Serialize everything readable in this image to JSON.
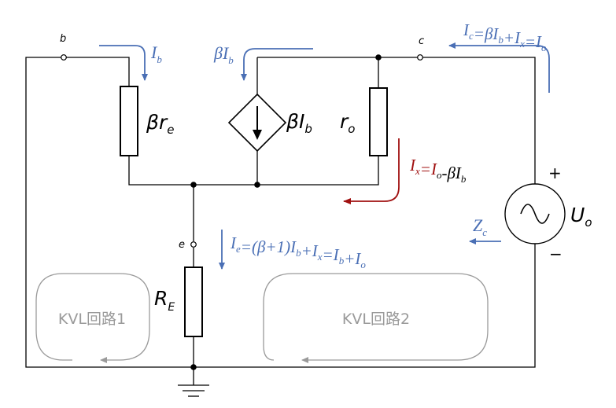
{
  "terminals": {
    "b": "b",
    "c": "c",
    "e": "e"
  },
  "components": {
    "rbe": {
      "sym": "βr",
      "sub": "e"
    },
    "source": {
      "sym": "βI",
      "sub": "b"
    },
    "ro": {
      "sym": "r",
      "sub": "o"
    },
    "re": {
      "sym": "R",
      "sub": "E"
    },
    "uo": {
      "sym": "U",
      "sub": "o",
      "plus": "+",
      "minus": "−"
    }
  },
  "currents": {
    "ib": {
      "main": "I",
      "sub": "b"
    },
    "bib": {
      "pre": "βI",
      "sub": "b"
    },
    "ic": {
      "text": "I_c=βI_b+I_x=I_o"
    },
    "ix": {
      "text": "I_x=I_o-βI_b"
    },
    "ie": {
      "text": "I_e=(β+1)I_b+I_x=I_b+I_o"
    },
    "zc": {
      "main": "Z",
      "sub": "c"
    }
  },
  "loops": {
    "loop1": "KVL回路1",
    "loop2": "KVL回路2"
  },
  "colors": {
    "blue": "#4a6fb5",
    "red": "#a01010",
    "grey": "#9a9a9a",
    "wire": "#000000"
  }
}
